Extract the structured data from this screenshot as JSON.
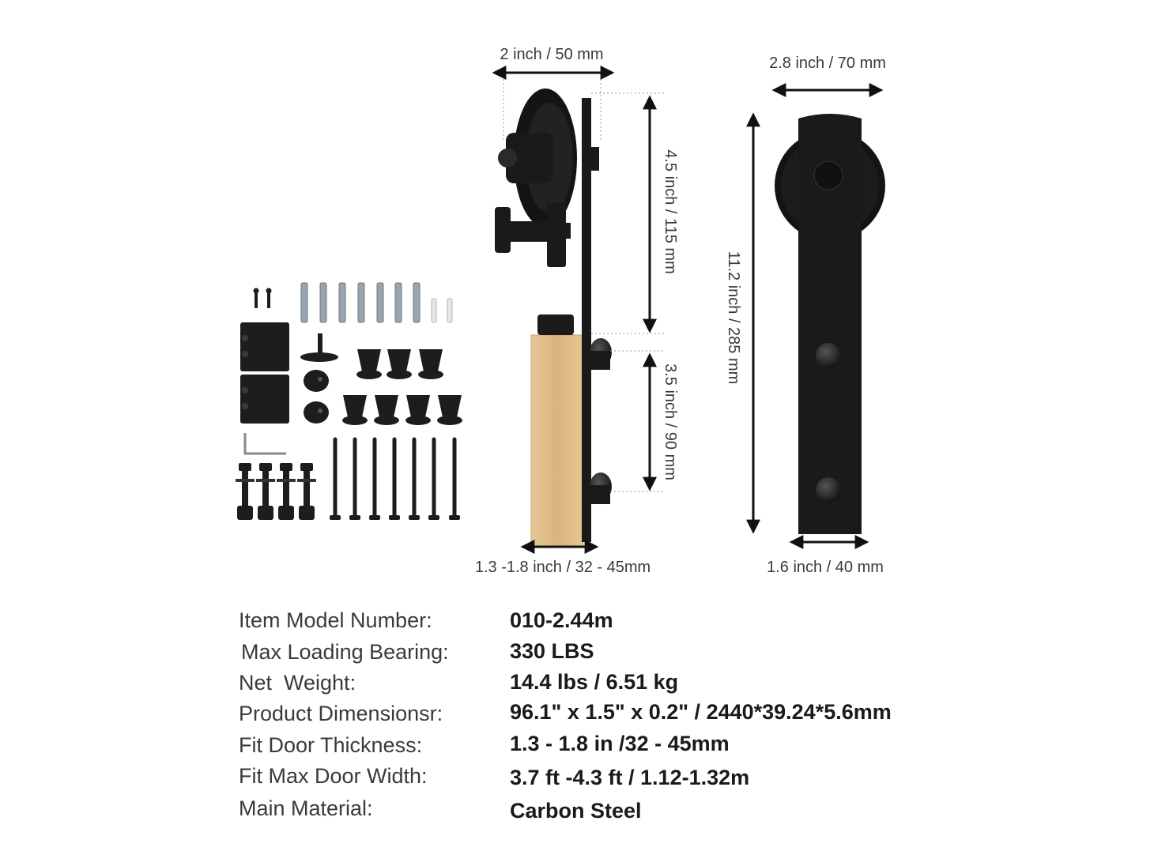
{
  "dimensions": {
    "roller_width": "2 inch / 50 mm",
    "hanger_width": "2.8 inch / 70 mm",
    "wheel_height": "4.5 inch / 115 mm",
    "bolt_spacing": "3.5 inch / 90 mm",
    "total_height": "11.2 inch / 285 mm",
    "door_thickness": "1.3 -1.8 inch / 32 - 45mm",
    "strap_width": "1.6 inch / 40 mm"
  },
  "specs": [
    {
      "label": "Item Model Number:",
      "value": "010-2.44m"
    },
    {
      "label": "Max Loading Bearing:",
      "value": "330 LBS"
    },
    {
      "label": "Net  Weight:",
      "value": "14.4 lbs / 6.51 kg"
    },
    {
      "label": "Product Dimensionsr:",
      "value": "96.1\" x 1.5\" x 0.2\" / 2440*39.24*5.6mm"
    },
    {
      "label": "Fit Door Thickness:",
      "value": "1.3 - 1.8 in /32 - 45mm"
    },
    {
      "label": "Fit Max Door Width:",
      "value": "3.7 ft -4.3 ft / 1.12-1.32m"
    },
    {
      "label": "Main Material:",
      "value": "Carbon Steel"
    }
  ],
  "colors": {
    "hardware": "#1c1c1c",
    "wood": "#e2c08d",
    "dimension_line": "#111111"
  }
}
